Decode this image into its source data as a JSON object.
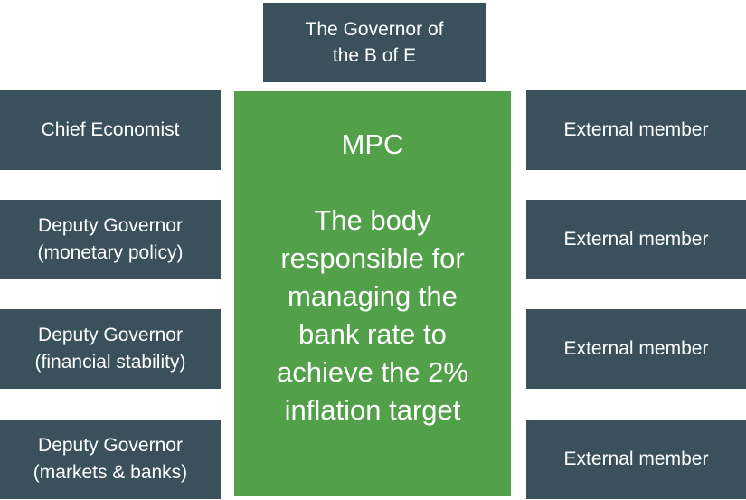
{
  "colors": {
    "box_dark": "#3a515c",
    "box_green": "#52a04a",
    "text": "#ffffff",
    "background": "#ffffff"
  },
  "top_box": {
    "label": "The Governor of\nthe B of E"
  },
  "center_box": {
    "title": "MPC",
    "body": "The body\nresponsible for\nmanaging the\nbank rate to\nachieve the 2%\ninflation target"
  },
  "left_column": {
    "items": [
      {
        "label": "Chief Economist"
      },
      {
        "label": "Deputy Governor\n(monetary policy)"
      },
      {
        "label": "Deputy Governor\n(financial stability)"
      },
      {
        "label": "Deputy Governor\n(markets & banks)"
      }
    ]
  },
  "right_column": {
    "items": [
      {
        "label": "External member"
      },
      {
        "label": "External member"
      },
      {
        "label": "External member"
      },
      {
        "label": "External member"
      }
    ]
  }
}
